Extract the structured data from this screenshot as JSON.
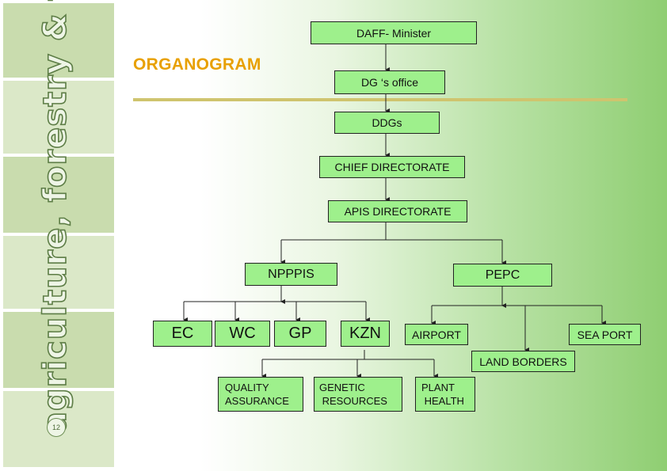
{
  "slide": {
    "title": "ORGANOGRAM",
    "page_number": "12"
  },
  "sidebar": {
    "text": "agriculture, forestry & fisheries"
  },
  "colors": {
    "title": "#e8a000",
    "node_fill": "#9ef08c",
    "rule": "#cfc46e",
    "background_end": "#8fce72"
  },
  "org": {
    "minister": "DAFF- Minister",
    "dg_office": "DG ‘s office",
    "ddgs": "DDGs",
    "chief_directorate": "CHIEF DIRECTORATE",
    "apis_directorate": "APIS DIRECTORATE",
    "npppis": "NPPPIS",
    "pepc": "PEPC",
    "ec": "EC",
    "wc": "WC",
    "gp": "GP",
    "kzn": "KZN",
    "airport": "AIRPORT",
    "sea_port": "SEA PORT",
    "land_borders": "LAND BORDERS",
    "quality_assurance": "QUALITY\nASSURANCE",
    "genetic_resources": "GENETIC\n RESOURCES",
    "plant_health": "PLANT\n HEALTH"
  }
}
